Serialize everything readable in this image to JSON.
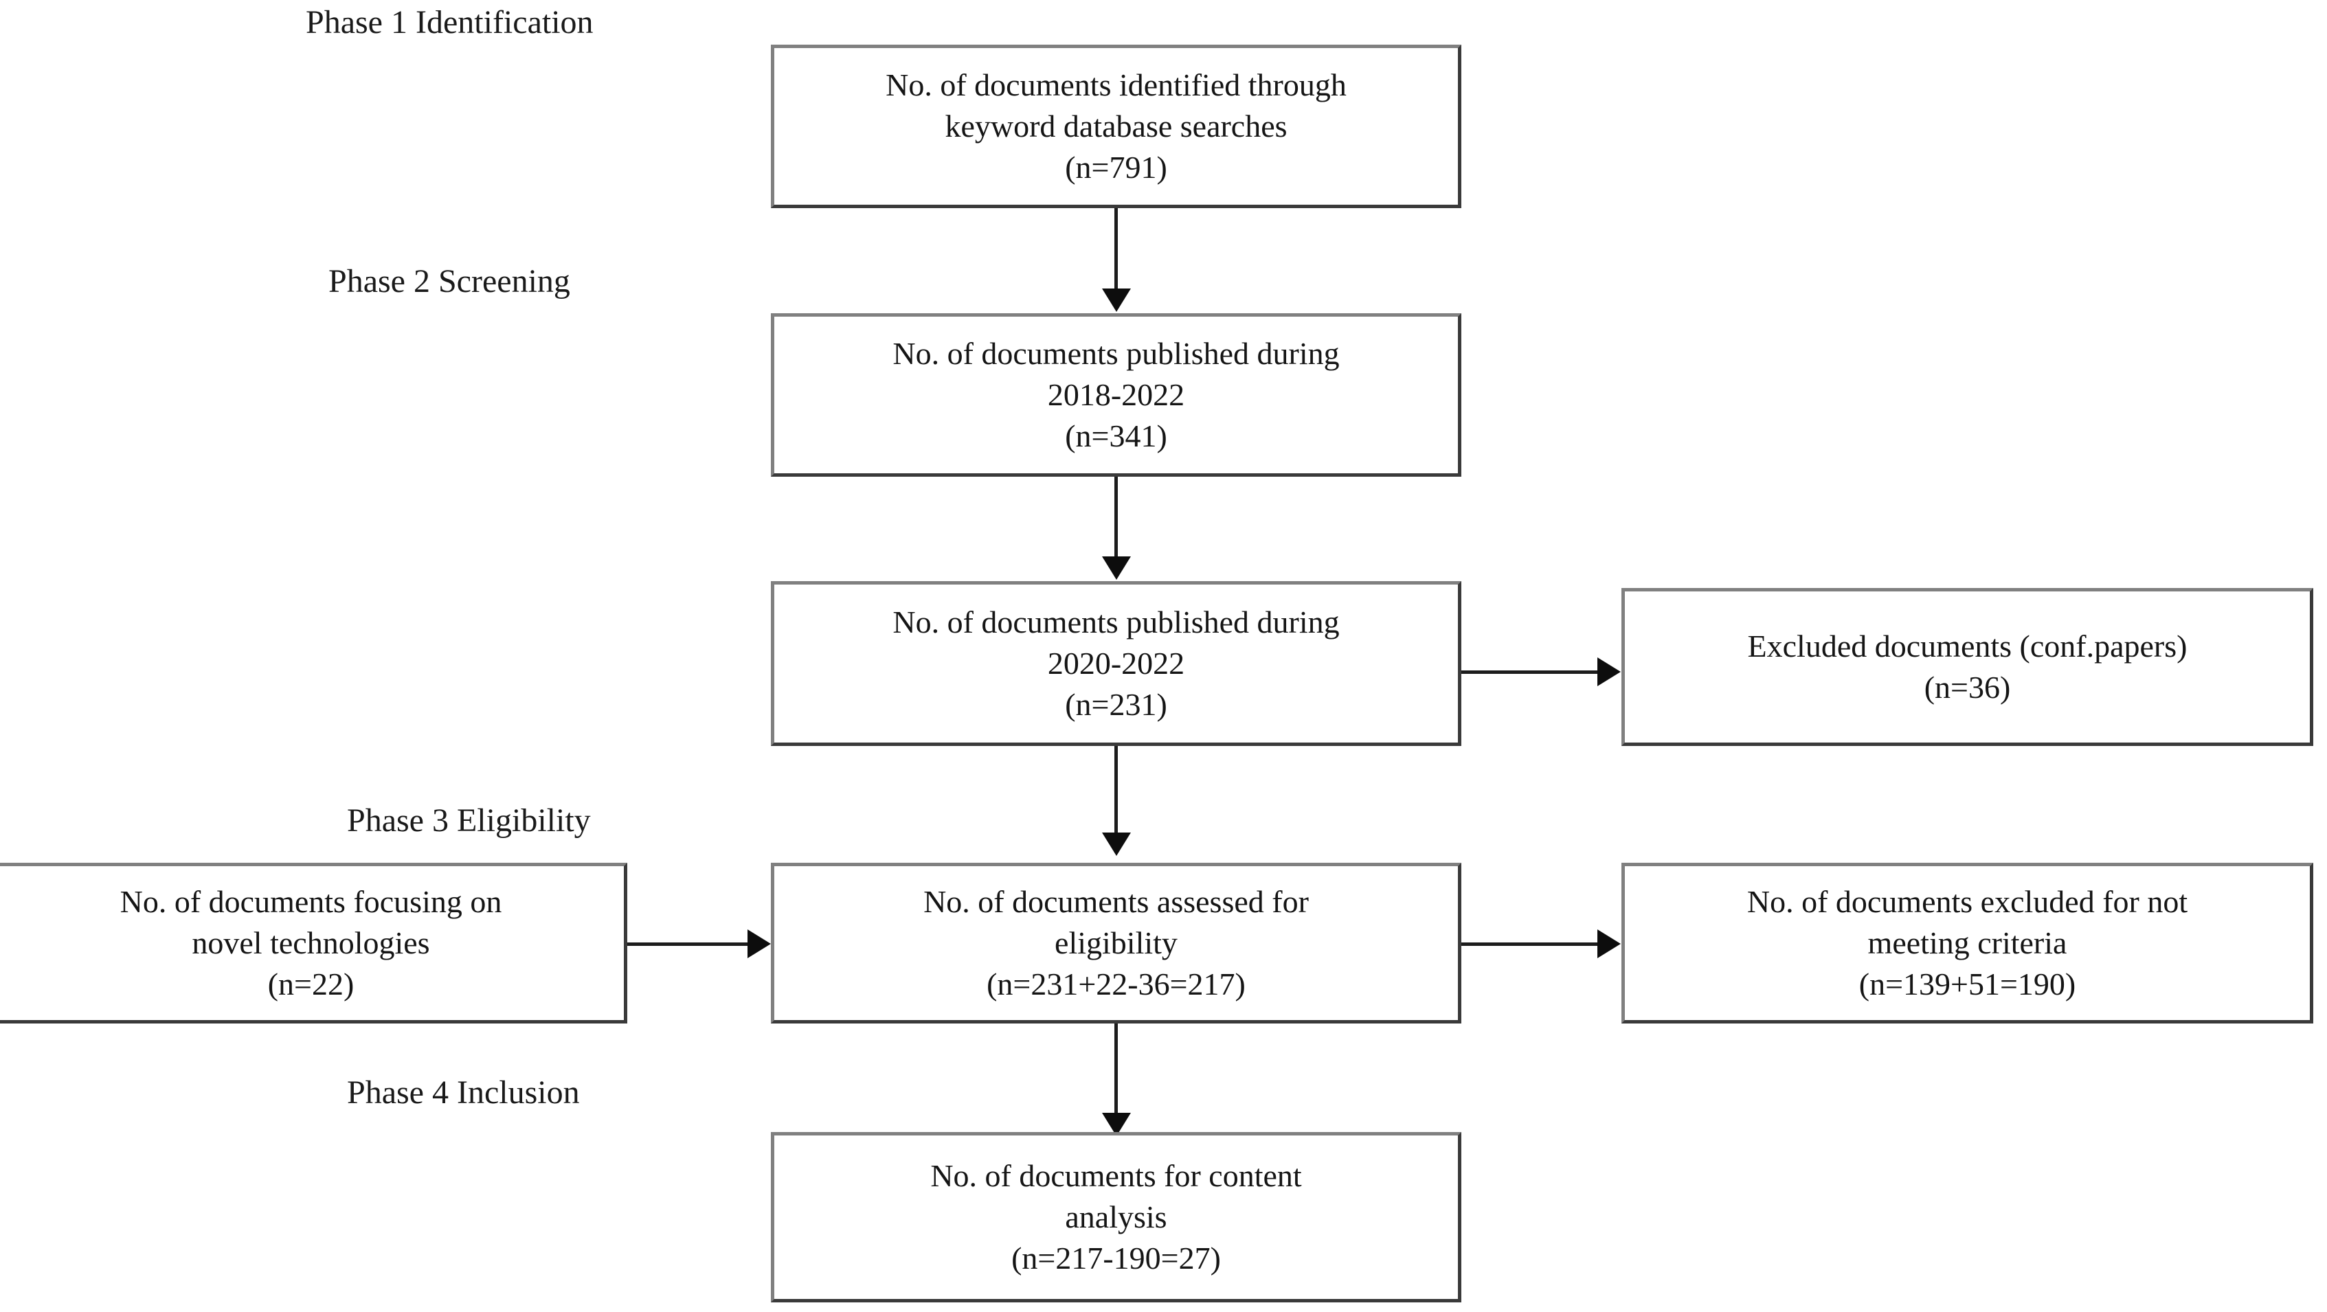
{
  "diagram": {
    "title": "PRISMA document selection flow",
    "type": "flowchart",
    "phases": [
      {
        "id": "phase-1",
        "label": "Phase 1  Identification"
      },
      {
        "id": "phase-2",
        "label": "Phase 2 Screening"
      },
      {
        "id": "phase-3",
        "label": "Phase 3 Eligibility"
      },
      {
        "id": "phase-4",
        "label": "Phase 4 Inclusion"
      }
    ],
    "boxes": {
      "identified": {
        "line1": "No. of documents identified through",
        "line2": "keyword database searches",
        "line3": "(n=791)",
        "count": 791
      },
      "published_2018_2022": {
        "line1": "No. of documents published during",
        "line2": "2018-2022",
        "line3": "(n=341)",
        "count": 341
      },
      "published_2020_2022": {
        "line1": "No. of documents published during",
        "line2": "2020-2022",
        "line3": "(n=231)",
        "count": 231
      },
      "excluded_conf_papers": {
        "line1": "Excluded documents (conf.papers)",
        "line2": "(n=36)",
        "count": 36
      },
      "novel_technologies": {
        "line1": "No. of documents focusing on",
        "line2": "novel technologies",
        "line3": "(n=22)",
        "count": 22
      },
      "assessed_eligibility": {
        "line1": "No. of documents assessed for",
        "line2": "eligibility",
        "line3": "(n=231+22-36=217)",
        "count": 217
      },
      "excluded_criteria": {
        "line1": "No. of documents excluded for not",
        "line2": "meeting criteria",
        "line3": "(n=139+51=190)",
        "count": 190
      },
      "content_analysis": {
        "line1": "No. of documents for content",
        "line2": "analysis",
        "line3": "(n=217-190=27)",
        "count": 27
      }
    },
    "colors": {
      "background": "#ffffff",
      "text": "#151515",
      "border_light": "#808080",
      "border_dark": "#3a3a3a",
      "connector": "#1c1c1c"
    }
  }
}
